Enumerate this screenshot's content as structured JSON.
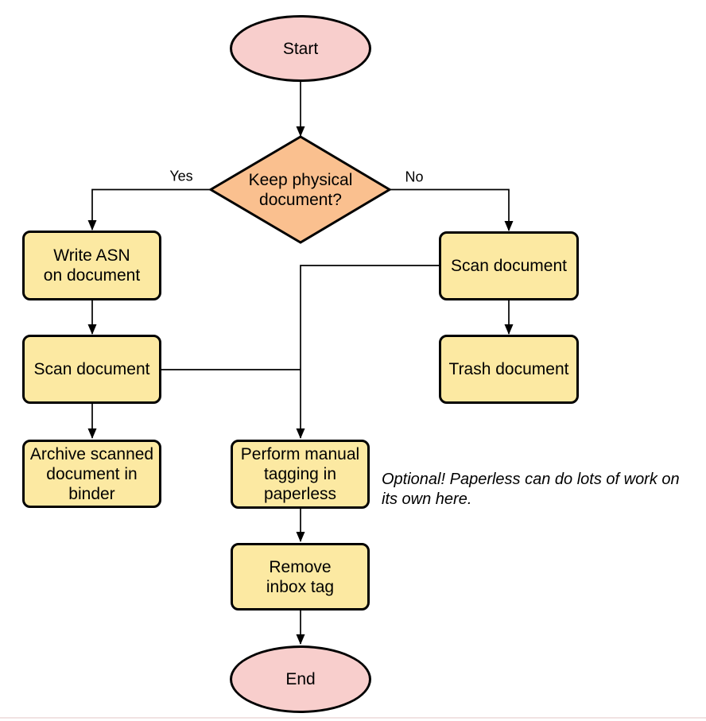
{
  "diagram": {
    "type": "flowchart",
    "colors": {
      "terminal_fill": "#f8cecc",
      "process_fill": "#fce9a2",
      "decision_fill": "#fac08f",
      "stroke": "#000000",
      "background": "#ffffff"
    },
    "nodes": {
      "start": {
        "label": "Start",
        "shape": "ellipse"
      },
      "decision": {
        "label": "Keep physical\ndocument?",
        "shape": "diamond"
      },
      "write_asn": {
        "label": "Write ASN\non document",
        "shape": "rounded-rect"
      },
      "scan_left": {
        "label": "Scan document",
        "shape": "rounded-rect"
      },
      "archive": {
        "label": "Archive scanned\ndocument in\nbinder",
        "shape": "rounded-rect"
      },
      "scan_right": {
        "label": "Scan document",
        "shape": "rounded-rect"
      },
      "trash": {
        "label": "Trash document",
        "shape": "rounded-rect"
      },
      "tagging": {
        "label": "Perform manual\ntagging in\npaperless",
        "shape": "rounded-rect"
      },
      "remove_inbox": {
        "label": "Remove\ninbox tag",
        "shape": "rounded-rect"
      },
      "end": {
        "label": "End",
        "shape": "ellipse"
      }
    },
    "edge_labels": {
      "yes": "Yes",
      "no": "No"
    },
    "edges": [
      {
        "from": "start",
        "to": "decision",
        "label": ""
      },
      {
        "from": "decision",
        "to": "write_asn",
        "label": "Yes"
      },
      {
        "from": "decision",
        "to": "scan_right",
        "label": "No"
      },
      {
        "from": "write_asn",
        "to": "scan_left",
        "label": ""
      },
      {
        "from": "scan_left",
        "to": "archive",
        "label": ""
      },
      {
        "from": "scan_left",
        "to": "tagging",
        "label": ""
      },
      {
        "from": "scan_right",
        "to": "trash",
        "label": ""
      },
      {
        "from": "scan_right",
        "to": "tagging",
        "label": ""
      },
      {
        "from": "tagging",
        "to": "remove_inbox",
        "label": ""
      },
      {
        "from": "remove_inbox",
        "to": "end",
        "label": ""
      }
    ],
    "note": "Optional! Paperless can do lots of work on\nits own here."
  }
}
